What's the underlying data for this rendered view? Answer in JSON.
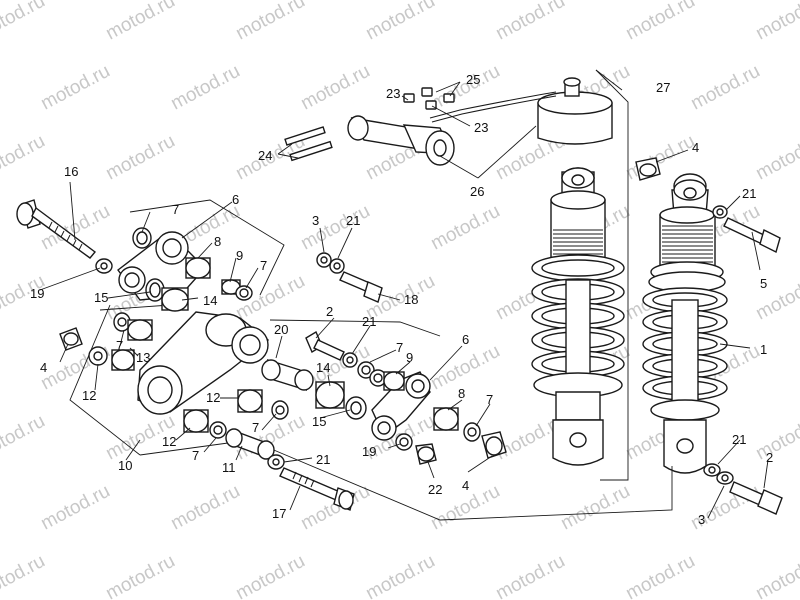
{
  "watermark": "motod.ru",
  "colors": {
    "line": "#1a1a1a",
    "watermark": "#c8c8c8",
    "background": "#ffffff"
  },
  "callouts": {
    "c1": "1",
    "c2a": "2",
    "c2b": "2",
    "c3a": "3",
    "c3b": "3",
    "c4a": "4",
    "c4b": "4",
    "c4c": "4",
    "c5": "5",
    "c6a": "6",
    "c6b": "6",
    "c7a": "7",
    "c7b": "7",
    "c7c": "7",
    "c7d": "7",
    "c7e": "7",
    "c7f": "7",
    "c7g": "7",
    "c8a": "8",
    "c8b": "8",
    "c9a": "9",
    "c9b": "9",
    "c10": "10",
    "c11": "11",
    "c12a": "12",
    "c12b": "12",
    "c12c": "12",
    "c13": "13",
    "c14a": "14",
    "c14b": "14",
    "c15a": "15",
    "c15b": "15",
    "c16": "16",
    "c17": "17",
    "c18": "18",
    "c19a": "19",
    "c19b": "19",
    "c20": "20",
    "c21a": "21",
    "c21b": "21",
    "c21c": "21",
    "c21d": "21",
    "c21e": "21",
    "c22": "22",
    "c23a": "23",
    "c23b": "23",
    "c24": "24",
    "c25": "25",
    "c26": "26",
    "c27": "27"
  }
}
